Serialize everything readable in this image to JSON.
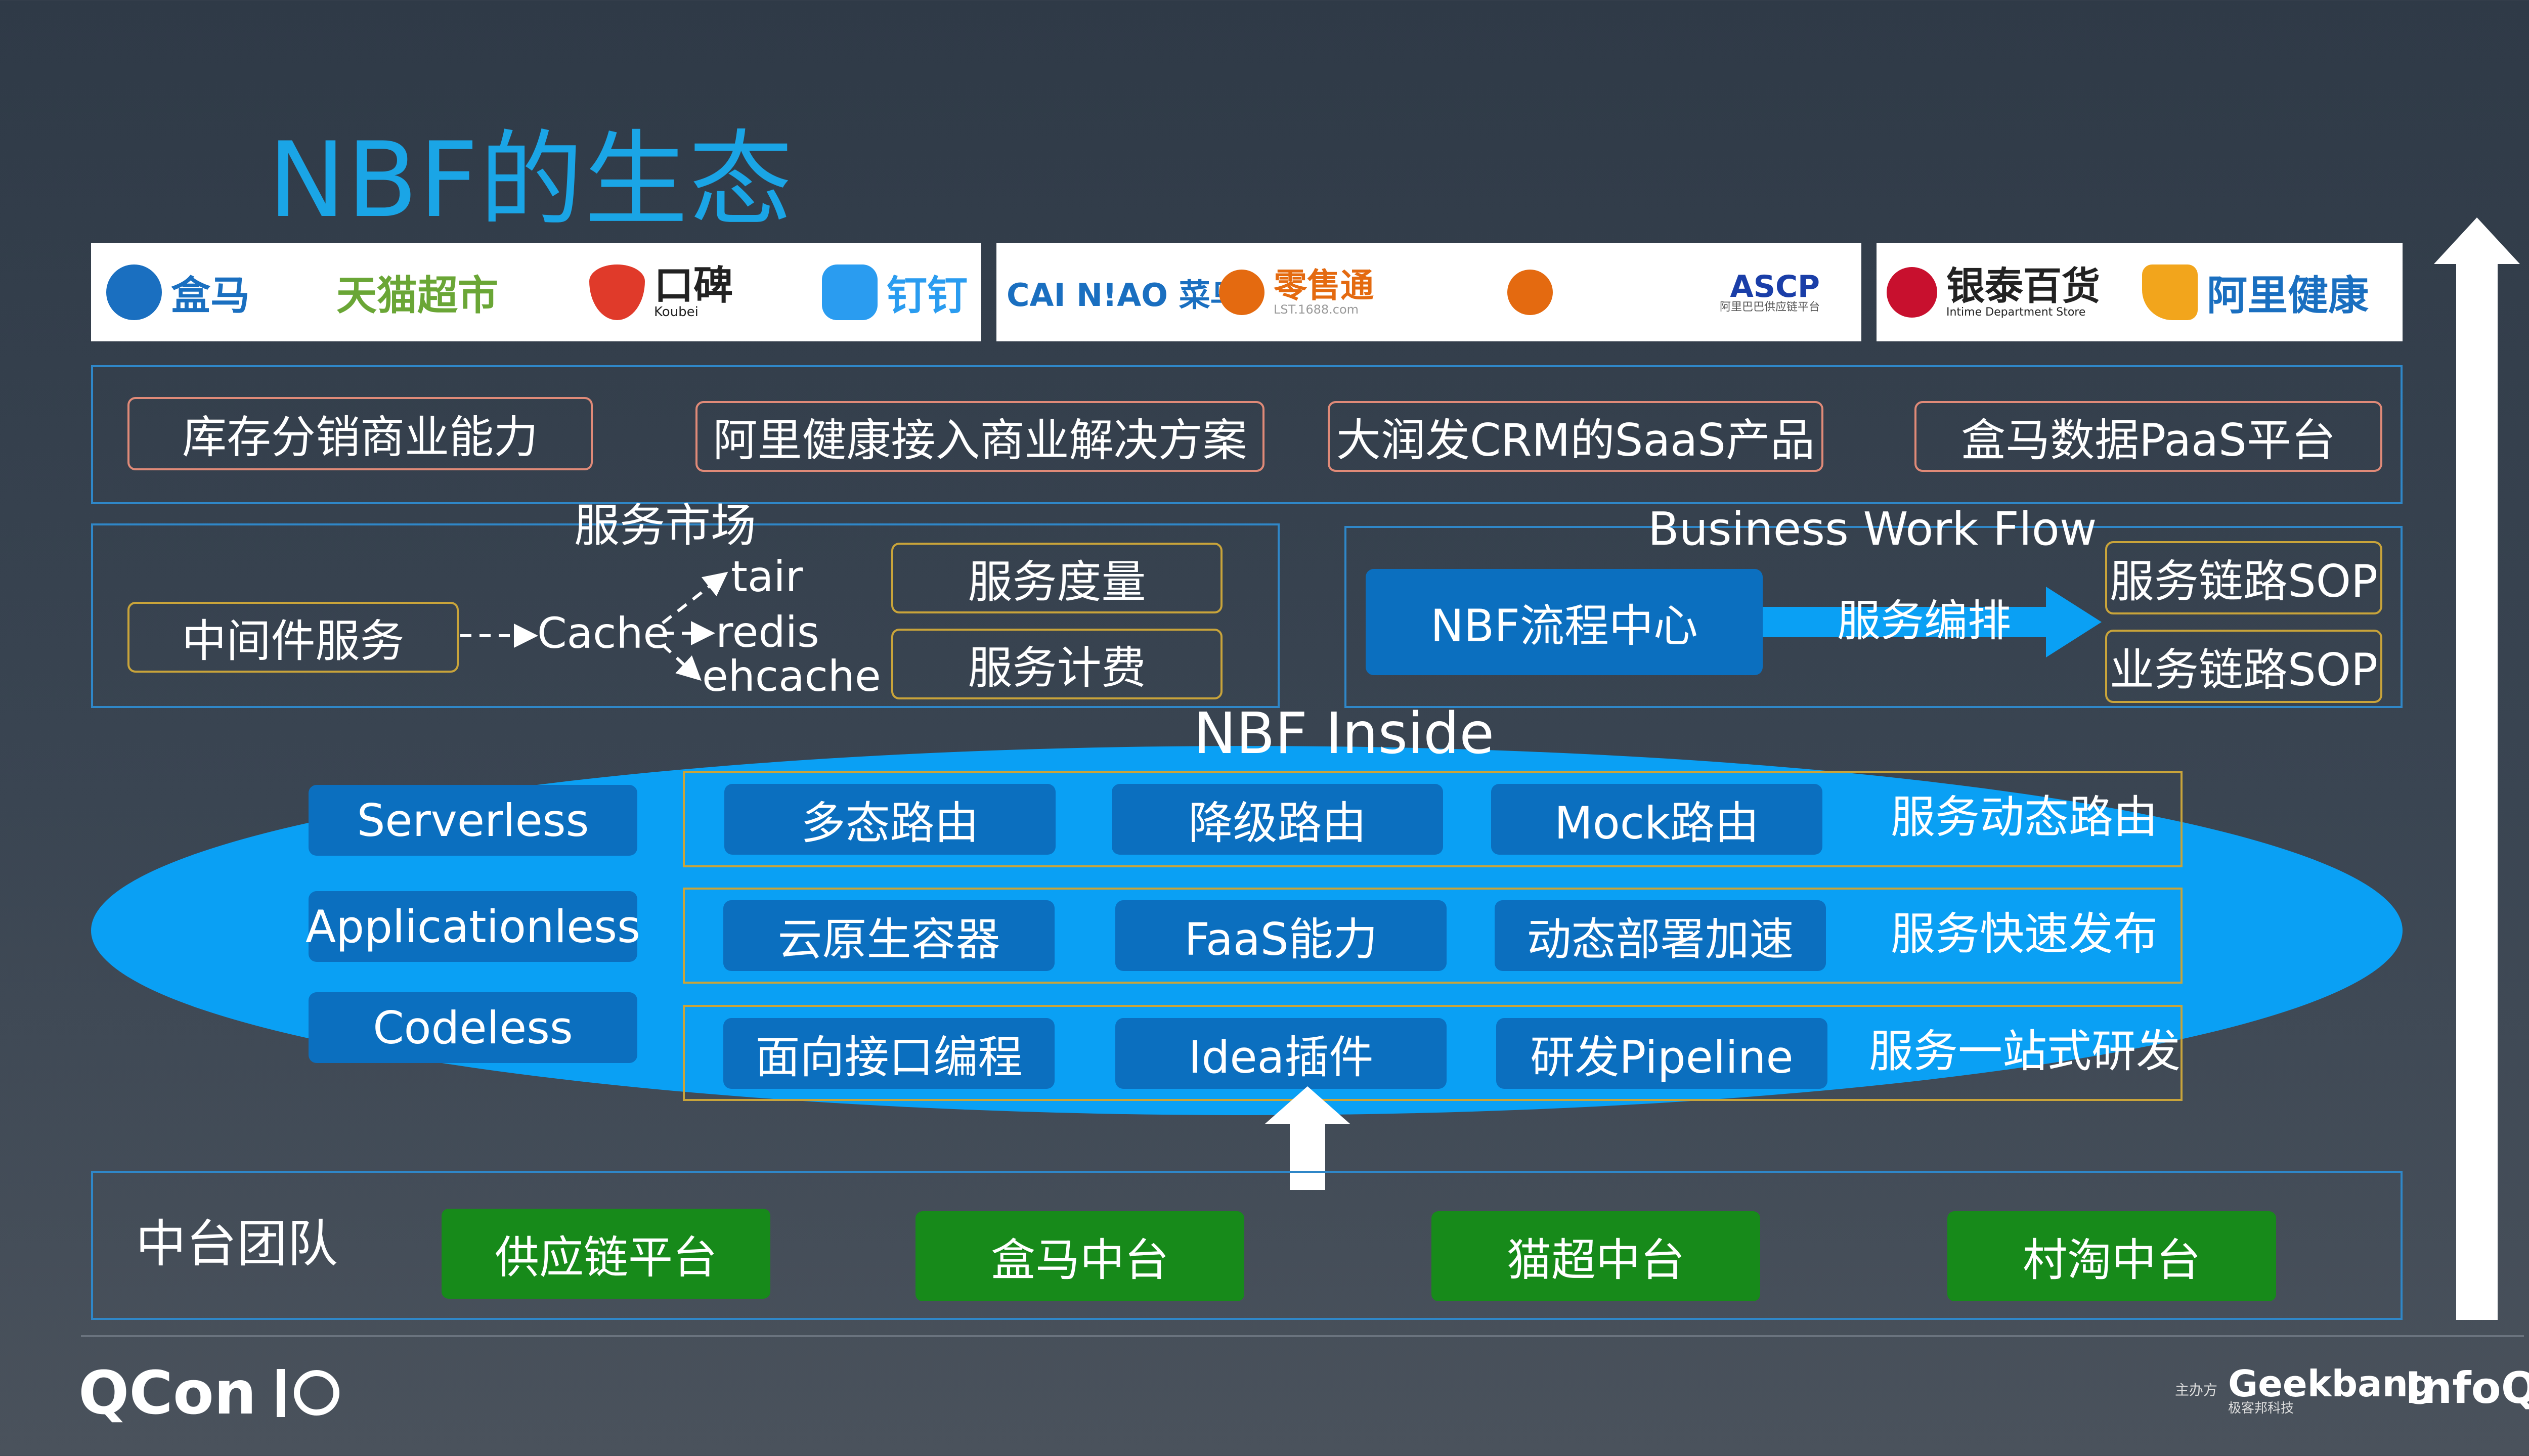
{
  "title": "NBF的生态",
  "logos": [
    {
      "name": "盒马",
      "color": "#1a6fc0"
    },
    {
      "name": "天猫超市",
      "color": "#6aa636"
    },
    {
      "name": "口碑",
      "sub": "Koubei",
      "color": "#e03a2a"
    },
    {
      "name": "钉钉",
      "color": "#2a9cf0"
    },
    {
      "name": "CAI N!AO 菜鸟",
      "color": "#1a6fc0"
    },
    {
      "name": "零售通",
      "sub": "LST.1688.com",
      "color": "#e46a10"
    },
    {
      "name": "ASCP",
      "sub": "阿里巴巴供应链平台",
      "color": "#1a3ea8"
    },
    {
      "name": "银泰百货",
      "sub": "Intime Department Store",
      "color": "#c8102e"
    },
    {
      "name": "阿里健康",
      "color": "#1a6fc0"
    }
  ],
  "business_row": [
    "库存分销商业能力",
    "阿里健康接入商业解决方案",
    "大润发CRM的SaaS产品",
    "盒马数据PaaS平台"
  ],
  "service_market": {
    "title": "服务市场",
    "middleware": "中间件服务",
    "cache": "Cache",
    "cache_items": [
      "tair",
      "redis",
      "ehcache"
    ],
    "metering": "服务度量",
    "billing": "服务计费"
  },
  "workflow": {
    "title": "Business Work Flow",
    "center": "NBF流程中心",
    "arrange": "服务编排",
    "sop1": "服务链路SOP",
    "sop2": "业务链路SOP"
  },
  "inside": {
    "title": "NBF Inside",
    "left": [
      "Serverless",
      "Applicationless",
      "Codeless"
    ],
    "rows": [
      {
        "items": [
          "多态路由",
          "降级路由",
          "Mock路由"
        ],
        "label": "服务动态路由"
      },
      {
        "items": [
          "云原生容器",
          "FaaS能力",
          "动态部署加速"
        ],
        "label": "服务快速发布"
      },
      {
        "items": [
          "面向接口编程",
          "Idea插件",
          "研发Pipeline"
        ],
        "label": "服务一站式研发"
      }
    ]
  },
  "platform": {
    "label": "中台团队",
    "items": [
      "供应链平台",
      "盒马中台",
      "猫超中台",
      "村淘中台"
    ]
  },
  "footer": {
    "qcon": "QCon",
    "sponsor": "主办方",
    "geekbang": "Geekbang",
    "geekbang_cn": "极客邦科技",
    "infoq": "InfoQ"
  }
}
